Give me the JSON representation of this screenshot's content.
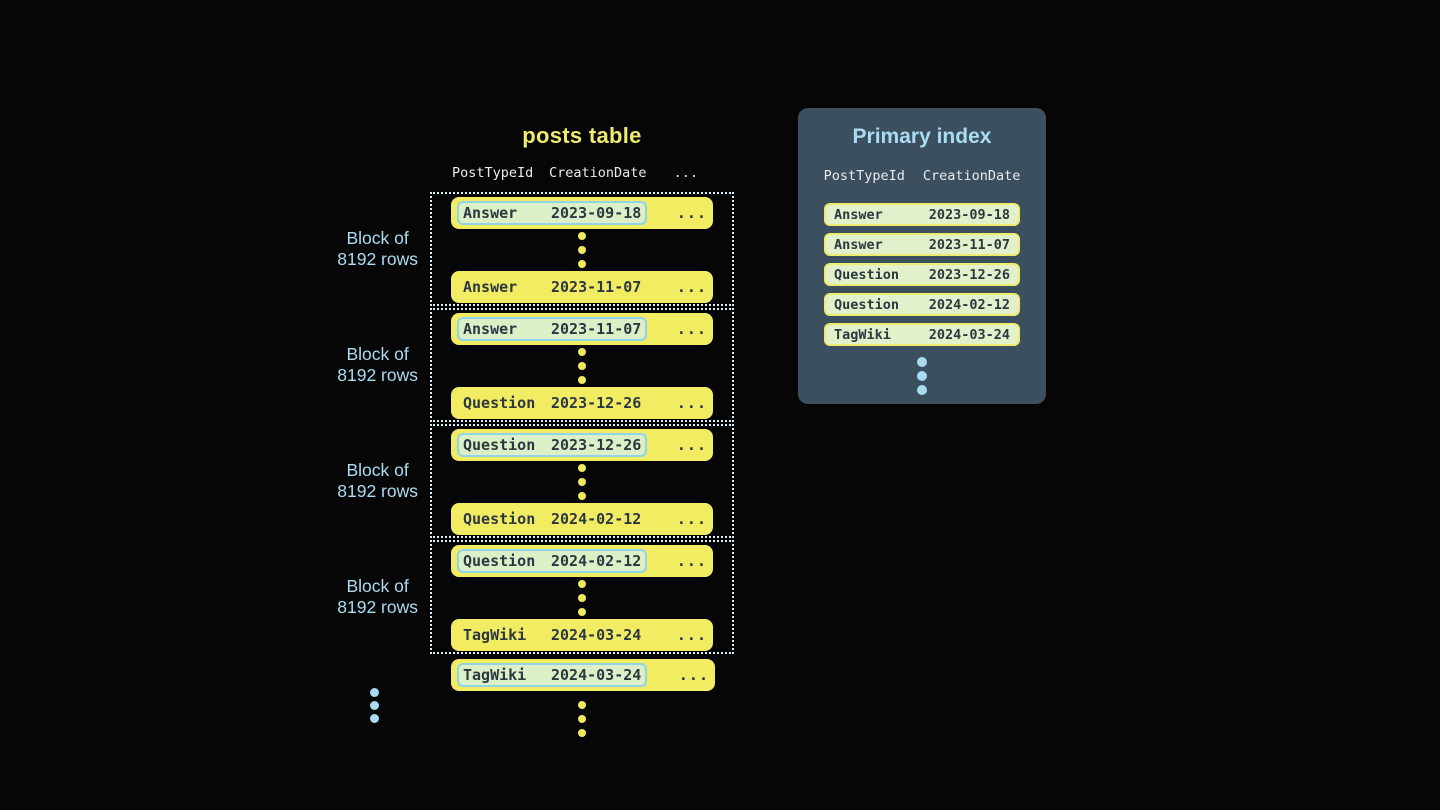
{
  "posts_table": {
    "title": "posts table",
    "columns": {
      "col1": "PostTypeId",
      "col2": "CreationDate",
      "more": "..."
    },
    "row_more": "...",
    "block_label": {
      "line1": "Block of",
      "line2": "8192 rows"
    },
    "blocks": [
      {
        "first": {
          "type": "Answer",
          "date": "2023-09-18"
        },
        "last": {
          "type": "Answer",
          "date": "2023-11-07"
        }
      },
      {
        "first": {
          "type": "Answer",
          "date": "2023-11-07"
        },
        "last": {
          "type": "Question",
          "date": "2023-12-26"
        }
      },
      {
        "first": {
          "type": "Question",
          "date": "2023-12-26"
        },
        "last": {
          "type": "Question",
          "date": "2024-02-12"
        }
      },
      {
        "first": {
          "type": "Question",
          "date": "2024-02-12"
        },
        "last": {
          "type": "TagWiki",
          "date": "2024-03-24"
        }
      }
    ],
    "overflow_row": {
      "type": "TagWiki",
      "date": "2024-03-24"
    }
  },
  "primary_index": {
    "title": "Primary index",
    "columns": {
      "col1": "PostTypeId",
      "col2": "CreationDate"
    },
    "rows": [
      {
        "type": "Answer",
        "date": "2023-09-18"
      },
      {
        "type": "Answer",
        "date": "2023-11-07"
      },
      {
        "type": "Question",
        "date": "2023-12-26"
      },
      {
        "type": "Question",
        "date": "2024-02-12"
      },
      {
        "type": "TagWiki",
        "date": "2024-03-24"
      }
    ]
  },
  "colors": {
    "background": "#060606",
    "row_yellow": "#f2ec63",
    "title_yellow": "#efeb6d",
    "highlight_green": "#ddefc7",
    "highlight_border": "#8fd4e8",
    "index_row_green": "#e2f1cb",
    "index_row_border": "#ecec6e",
    "panel_slate": "#3c4f5f",
    "accent_blue": "#a9dcf2",
    "text_dark": "#2b3842",
    "header_light": "#e9ebec"
  }
}
